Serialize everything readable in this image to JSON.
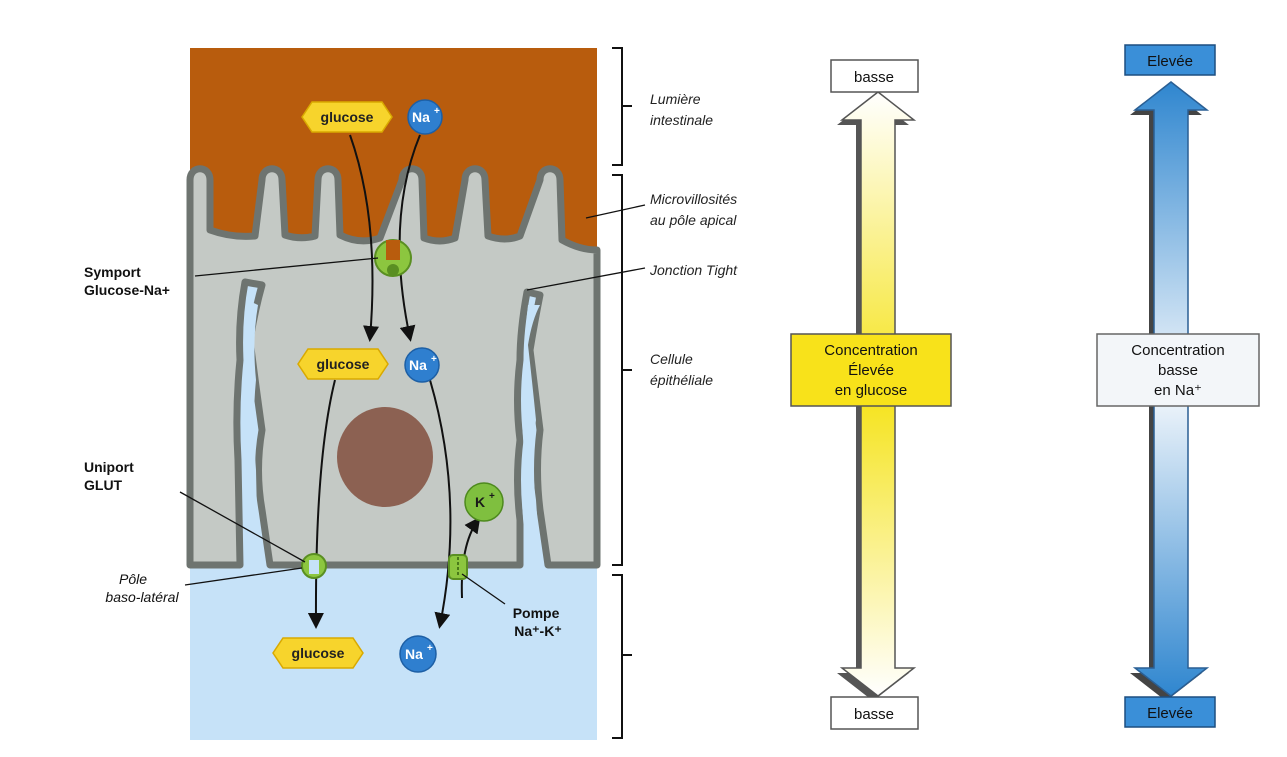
{
  "molecules": {
    "glucose": "glucose",
    "sodium": "Na",
    "potassium": "K",
    "plus": "+"
  },
  "regions": {
    "lumen": "Lumière intestinale",
    "microvilli": "Microvillosités au pôle apical",
    "tight_junction": "Jonction Tight",
    "epithelial_cell": "Cellule épithéliale",
    "basolateral_pole": "Pôle baso-latéral"
  },
  "transporters": {
    "symport": "Symport Glucose-Na+",
    "uniport": "Uniport GLUT",
    "pump": "Pompe Na⁺-K⁺"
  },
  "glucose_gradient": {
    "top_label": "basse",
    "middle_label": "Concentration Élevée en glucose",
    "bottom_label": "basse"
  },
  "sodium_gradient": {
    "top_label": "Elevée",
    "middle_label": "Concentration basse en Na⁺",
    "bottom_label": "Elevée"
  },
  "colors": {
    "lumen": "#b85c0d",
    "cell": "#c4c9c5",
    "membrane": "#6e7470",
    "interstitial": "#c6e2f8",
    "nucleus": "#8c6152",
    "glucose": "#f7d42c",
    "sodium": "#2f7fcf",
    "potassium": "#7fbf3f",
    "transporter": "#8cc63f",
    "glucose_box": "#f8e21a",
    "sodium_box": "#3a8fd8"
  }
}
